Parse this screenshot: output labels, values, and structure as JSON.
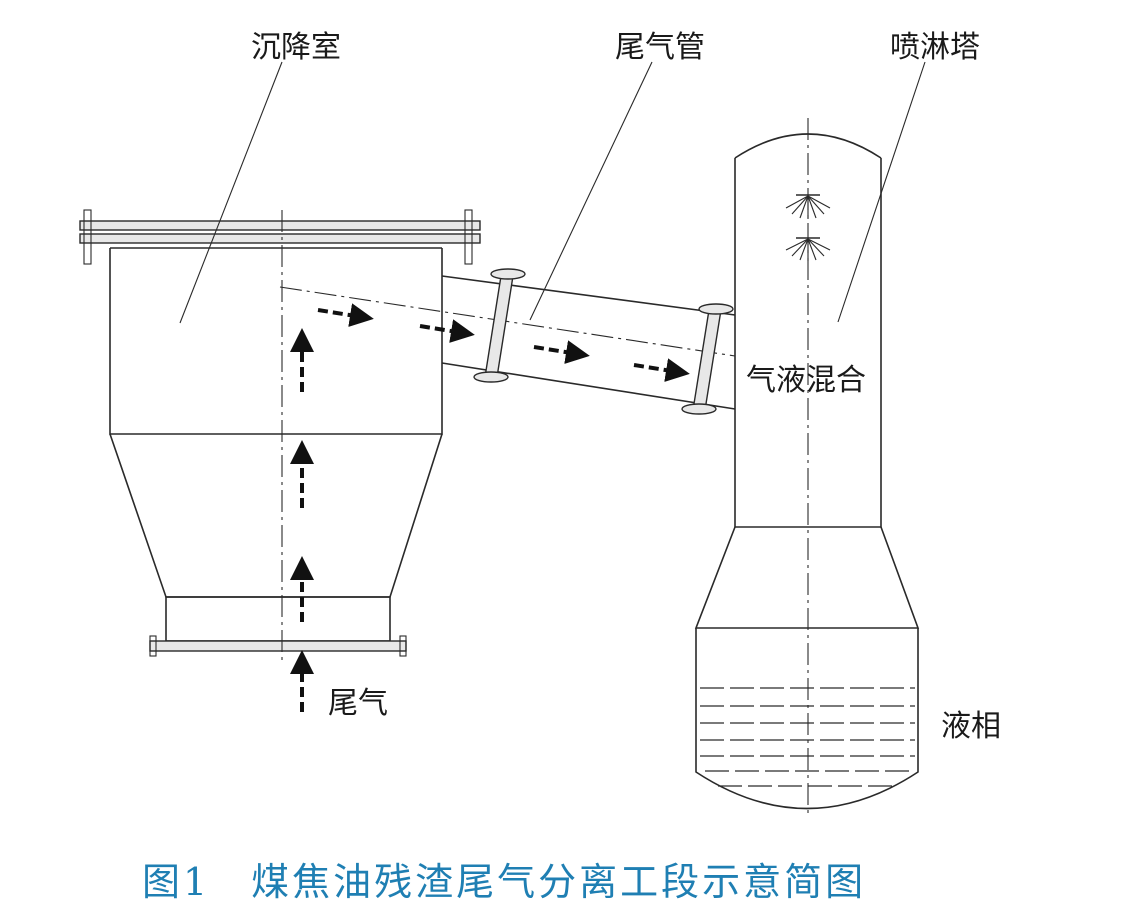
{
  "labels": {
    "settling_chamber": "沉降室",
    "tail_pipe": "尾气管",
    "spray_tower": "喷淋塔",
    "gas_liquid_mix": "气液混合",
    "tail_gas": "尾气",
    "liquid_phase": "液相"
  },
  "caption": "图1　煤焦油残渣尾气分离工段示意简图",
  "colors": {
    "line": "#2a2a2a",
    "caption": "#1f7fb3",
    "flow_arrow": "#111111"
  }
}
